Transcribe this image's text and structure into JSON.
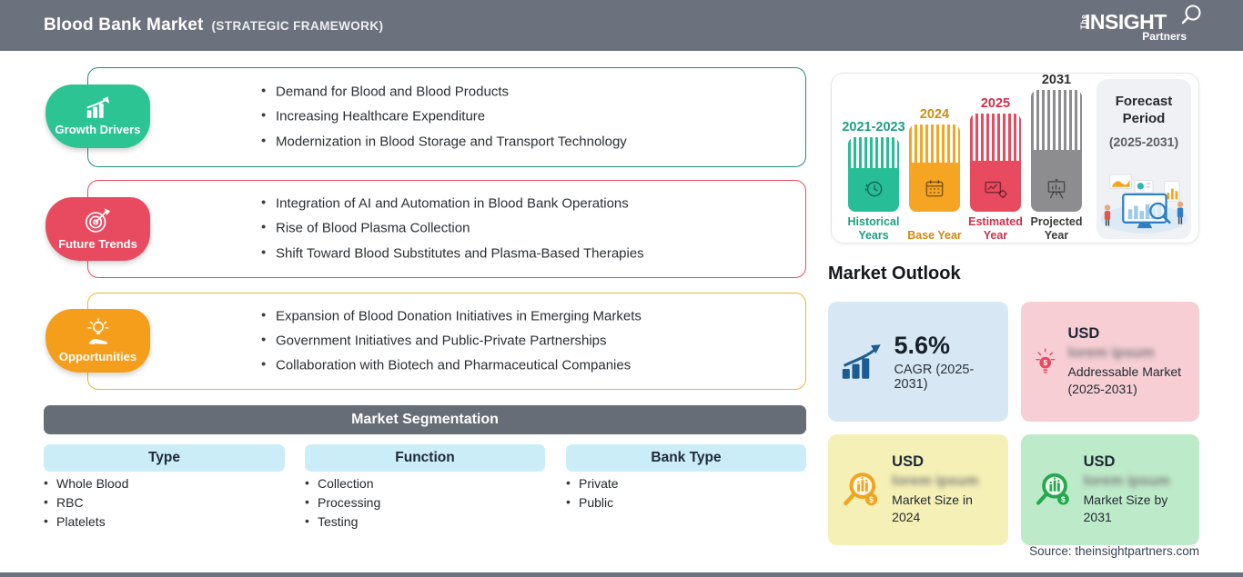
{
  "header": {
    "title": "Blood Bank Market",
    "subtitle": "(STRATEGIC FRAMEWORK)",
    "logo": {
      "the": "The",
      "insight": "INSIGHT",
      "partners": "Partners"
    }
  },
  "sections": [
    {
      "label": "Growth Drivers",
      "icon": "growth-chart-icon",
      "badge_color": "#2BC492",
      "border_color": "#1E8E80",
      "items": [
        "Demand for Blood and Blood Products",
        "Increasing Healthcare Expenditure",
        "Modernization in Blood Storage and Transport Technology"
      ]
    },
    {
      "label": "Future Trends",
      "icon": "target-dart-icon",
      "badge_color": "#E84A5F",
      "border_color": "#E84A5F",
      "items": [
        "Integration of AI and Automation in Blood Bank Operations",
        "Rise of Blood Plasma Collection",
        "Shift Toward Blood Substitutes and Plasma-Based Therapies"
      ]
    },
    {
      "label": "Opportunities",
      "icon": "idea-hand-icon",
      "badge_color": "#F59E1B",
      "border_color": "#E9B830",
      "items": [
        "Expansion of Blood Donation Initiatives in Emerging Markets",
        "Government Initiatives and Public-Private Partnerships",
        "Collaboration with Biotech and Pharmaceutical Companies"
      ]
    }
  ],
  "segmentation": {
    "title": "Market Segmentation",
    "columns": [
      {
        "header": "Type",
        "items": [
          "Whole Blood",
          "RBC",
          "Platelets"
        ]
      },
      {
        "header": "Function",
        "items": [
          "Collection",
          "Processing",
          "Testing"
        ]
      },
      {
        "header": "Bank Type",
        "items": [
          "Private",
          "Public"
        ]
      }
    ]
  },
  "timeline": {
    "bars": [
      {
        "year": "2021-2023",
        "label": "Historical Years",
        "color": "#27BE97",
        "icon": "clock-history-icon"
      },
      {
        "year": "2024",
        "label": "Base Year",
        "color": "#F5A522",
        "icon": "calendar-icon"
      },
      {
        "year": "2025",
        "label": "Estimated Year",
        "color": "#E84A5F",
        "icon": "analytics-gear-icon"
      },
      {
        "year": "2031",
        "label": "Projected Year",
        "color": "#8D8D8F",
        "icon": "presentation-chart-icon"
      }
    ],
    "forecast": {
      "line1": "Forecast Period",
      "line2": "(2025-2031)"
    }
  },
  "outlook": {
    "title": "Market Outlook",
    "cards": [
      {
        "value": "5.6%",
        "label": "CAGR (2025-2031)",
        "bg": "#D7E8F4",
        "icon": "cagr-growth-icon"
      },
      {
        "currency": "USD",
        "blurred": "lorem ipsum",
        "label": "Addressable Market (2025-2031)",
        "bg": "#F6CED4",
        "icon": "bulb-dollar-icon"
      },
      {
        "currency": "USD",
        "blurred": "lorem ipsum",
        "label": "Market Size in 2024",
        "bg": "#F5F0B5",
        "icon": "magnifier-chart-orange-icon"
      },
      {
        "currency": "USD",
        "blurred": "lorem ipsum",
        "label": "Market Size by 2031",
        "bg": "#BDEAC9",
        "icon": "magnifier-chart-green-icon"
      }
    ]
  },
  "source": "Source: theinsightpartners.com",
  "colors": {
    "header_bg": "#6C727D",
    "segmentation_bar_bg": "#666D76",
    "column_header_bg": "#CBEDF8",
    "cagr_icon_blue": "#1C5C92"
  }
}
